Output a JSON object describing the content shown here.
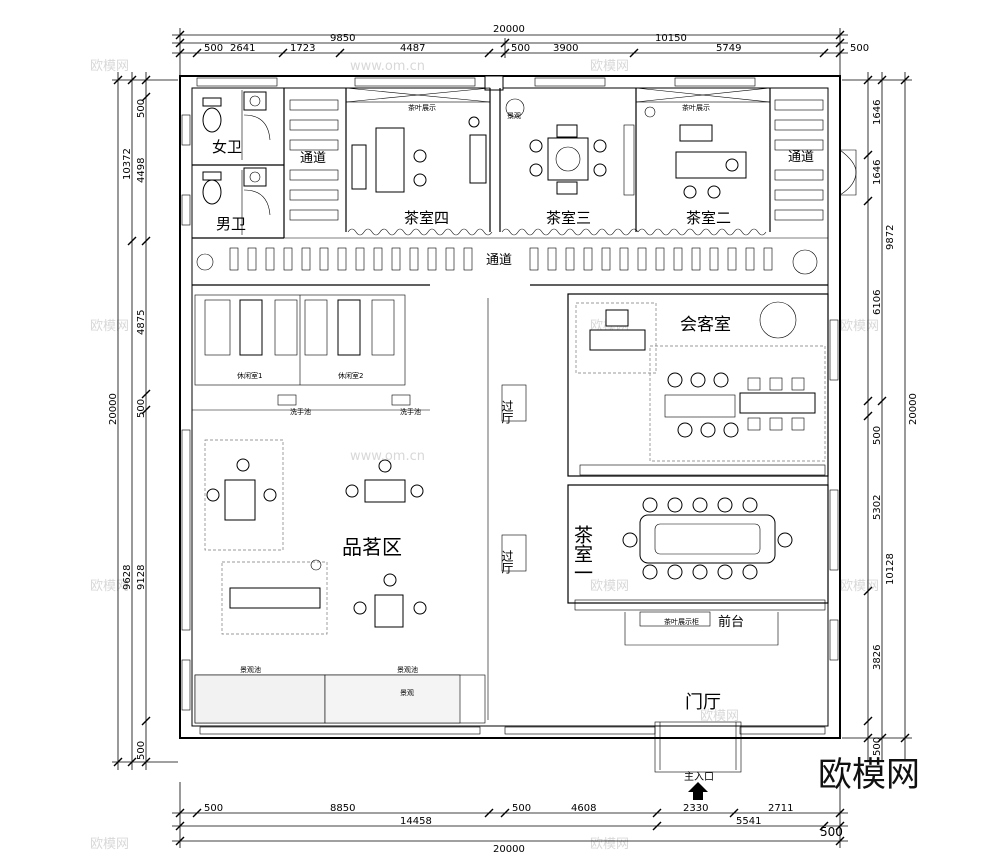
{
  "dims": {
    "top_total": "20000",
    "top_row2": [
      "9850",
      "10150"
    ],
    "top_row3": [
      "500",
      "2641",
      "1723",
      "4487",
      "500",
      "3900",
      "5749",
      "500"
    ],
    "bottom_row1": [
      "500",
      "8850",
      "500",
      "4608",
      "2330",
      "2711"
    ],
    "bottom_row2": [
      "14458",
      "5541",
      "500"
    ],
    "bottom_total": "20000",
    "left_outer": "20000",
    "left_mid": [
      "10372",
      "9628"
    ],
    "left_inner": [
      "500",
      "4498",
      "4875",
      "500",
      "9128",
      "500"
    ],
    "right_outer": "20000",
    "right_mid": [
      "9872",
      "10128"
    ],
    "right_inner": [
      "1646",
      "1646",
      "6106",
      "500",
      "5302",
      "3826",
      "500"
    ]
  },
  "rooms": {
    "womens_wc": "女卫",
    "mens_wc": "男卫",
    "corridor_left": "通道",
    "corridor_right": "通道",
    "corridor_main": "通道",
    "tea_room_4": "茶室四",
    "tea_room_3": "茶室三",
    "tea_room_2": "茶室二",
    "reception_room": "会客室",
    "tasting_area": "品茗区",
    "passage_1": "过厅",
    "passage_2": "过厅",
    "tea_room_1": "茶室一",
    "front_desk": "前台",
    "lobby": "门厅",
    "main_entrance": "主入口"
  },
  "small_labels": {
    "display_4": "茶叶展示",
    "display_2": "茶叶展示",
    "landscape": "景观",
    "rest_room_1": "休闲室1",
    "rest_room_2": "休闲室2",
    "wash_1": "洗手池",
    "wash_2": "洗手池",
    "pond_1": "景观池",
    "pond_2": "景观池",
    "pond_3": "景观",
    "front_display": "茶叶展示柜"
  },
  "watermarks": [
    "欧模网",
    "www.om.cn"
  ],
  "brand": "欧模网"
}
